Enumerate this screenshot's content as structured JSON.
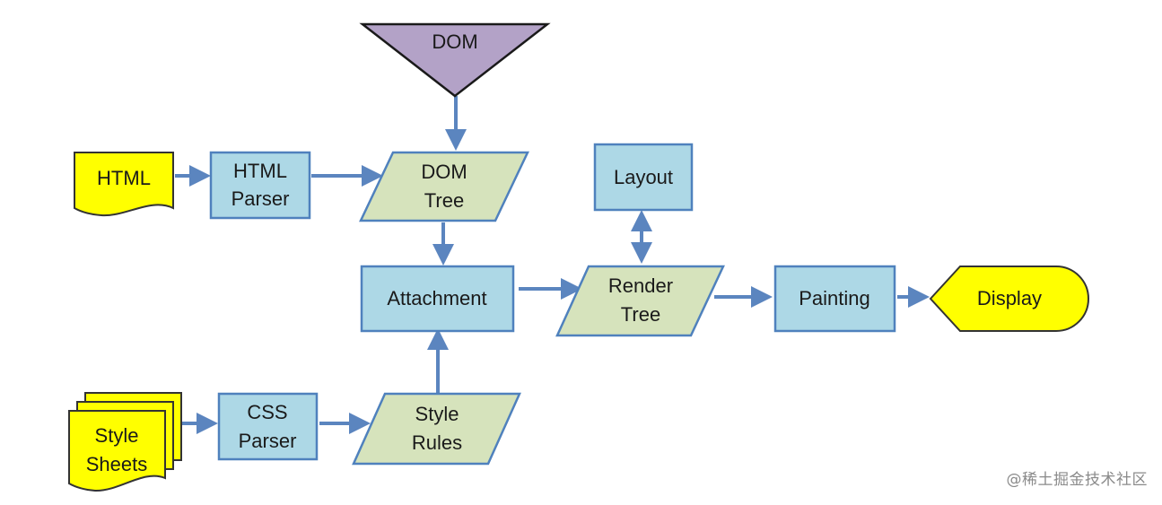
{
  "colors": {
    "box_fill": "#add8e6",
    "data_fill": "#d6e3bc",
    "io_fill": "#ffff00",
    "source_fill": "#b3a2c7",
    "arrow": "#5b85bf",
    "border": "#4f81bd"
  },
  "nodes": {
    "dom": [
      "DOM"
    ],
    "html": [
      "HTML"
    ],
    "html_parser": [
      "HTML",
      "Parser"
    ],
    "dom_tree": [
      "DOM",
      "Tree"
    ],
    "layout": [
      "Layout"
    ],
    "attachment": [
      "Attachment"
    ],
    "render_tree": [
      "Render",
      "Tree"
    ],
    "painting": [
      "Painting"
    ],
    "display": [
      "Display"
    ],
    "style_sheets": [
      "Style",
      "Sheets"
    ],
    "css_parser": [
      "CSS",
      "Parser"
    ],
    "style_rules": [
      "Style",
      "Rules"
    ]
  },
  "watermark": "@稀土掘金技术社区"
}
